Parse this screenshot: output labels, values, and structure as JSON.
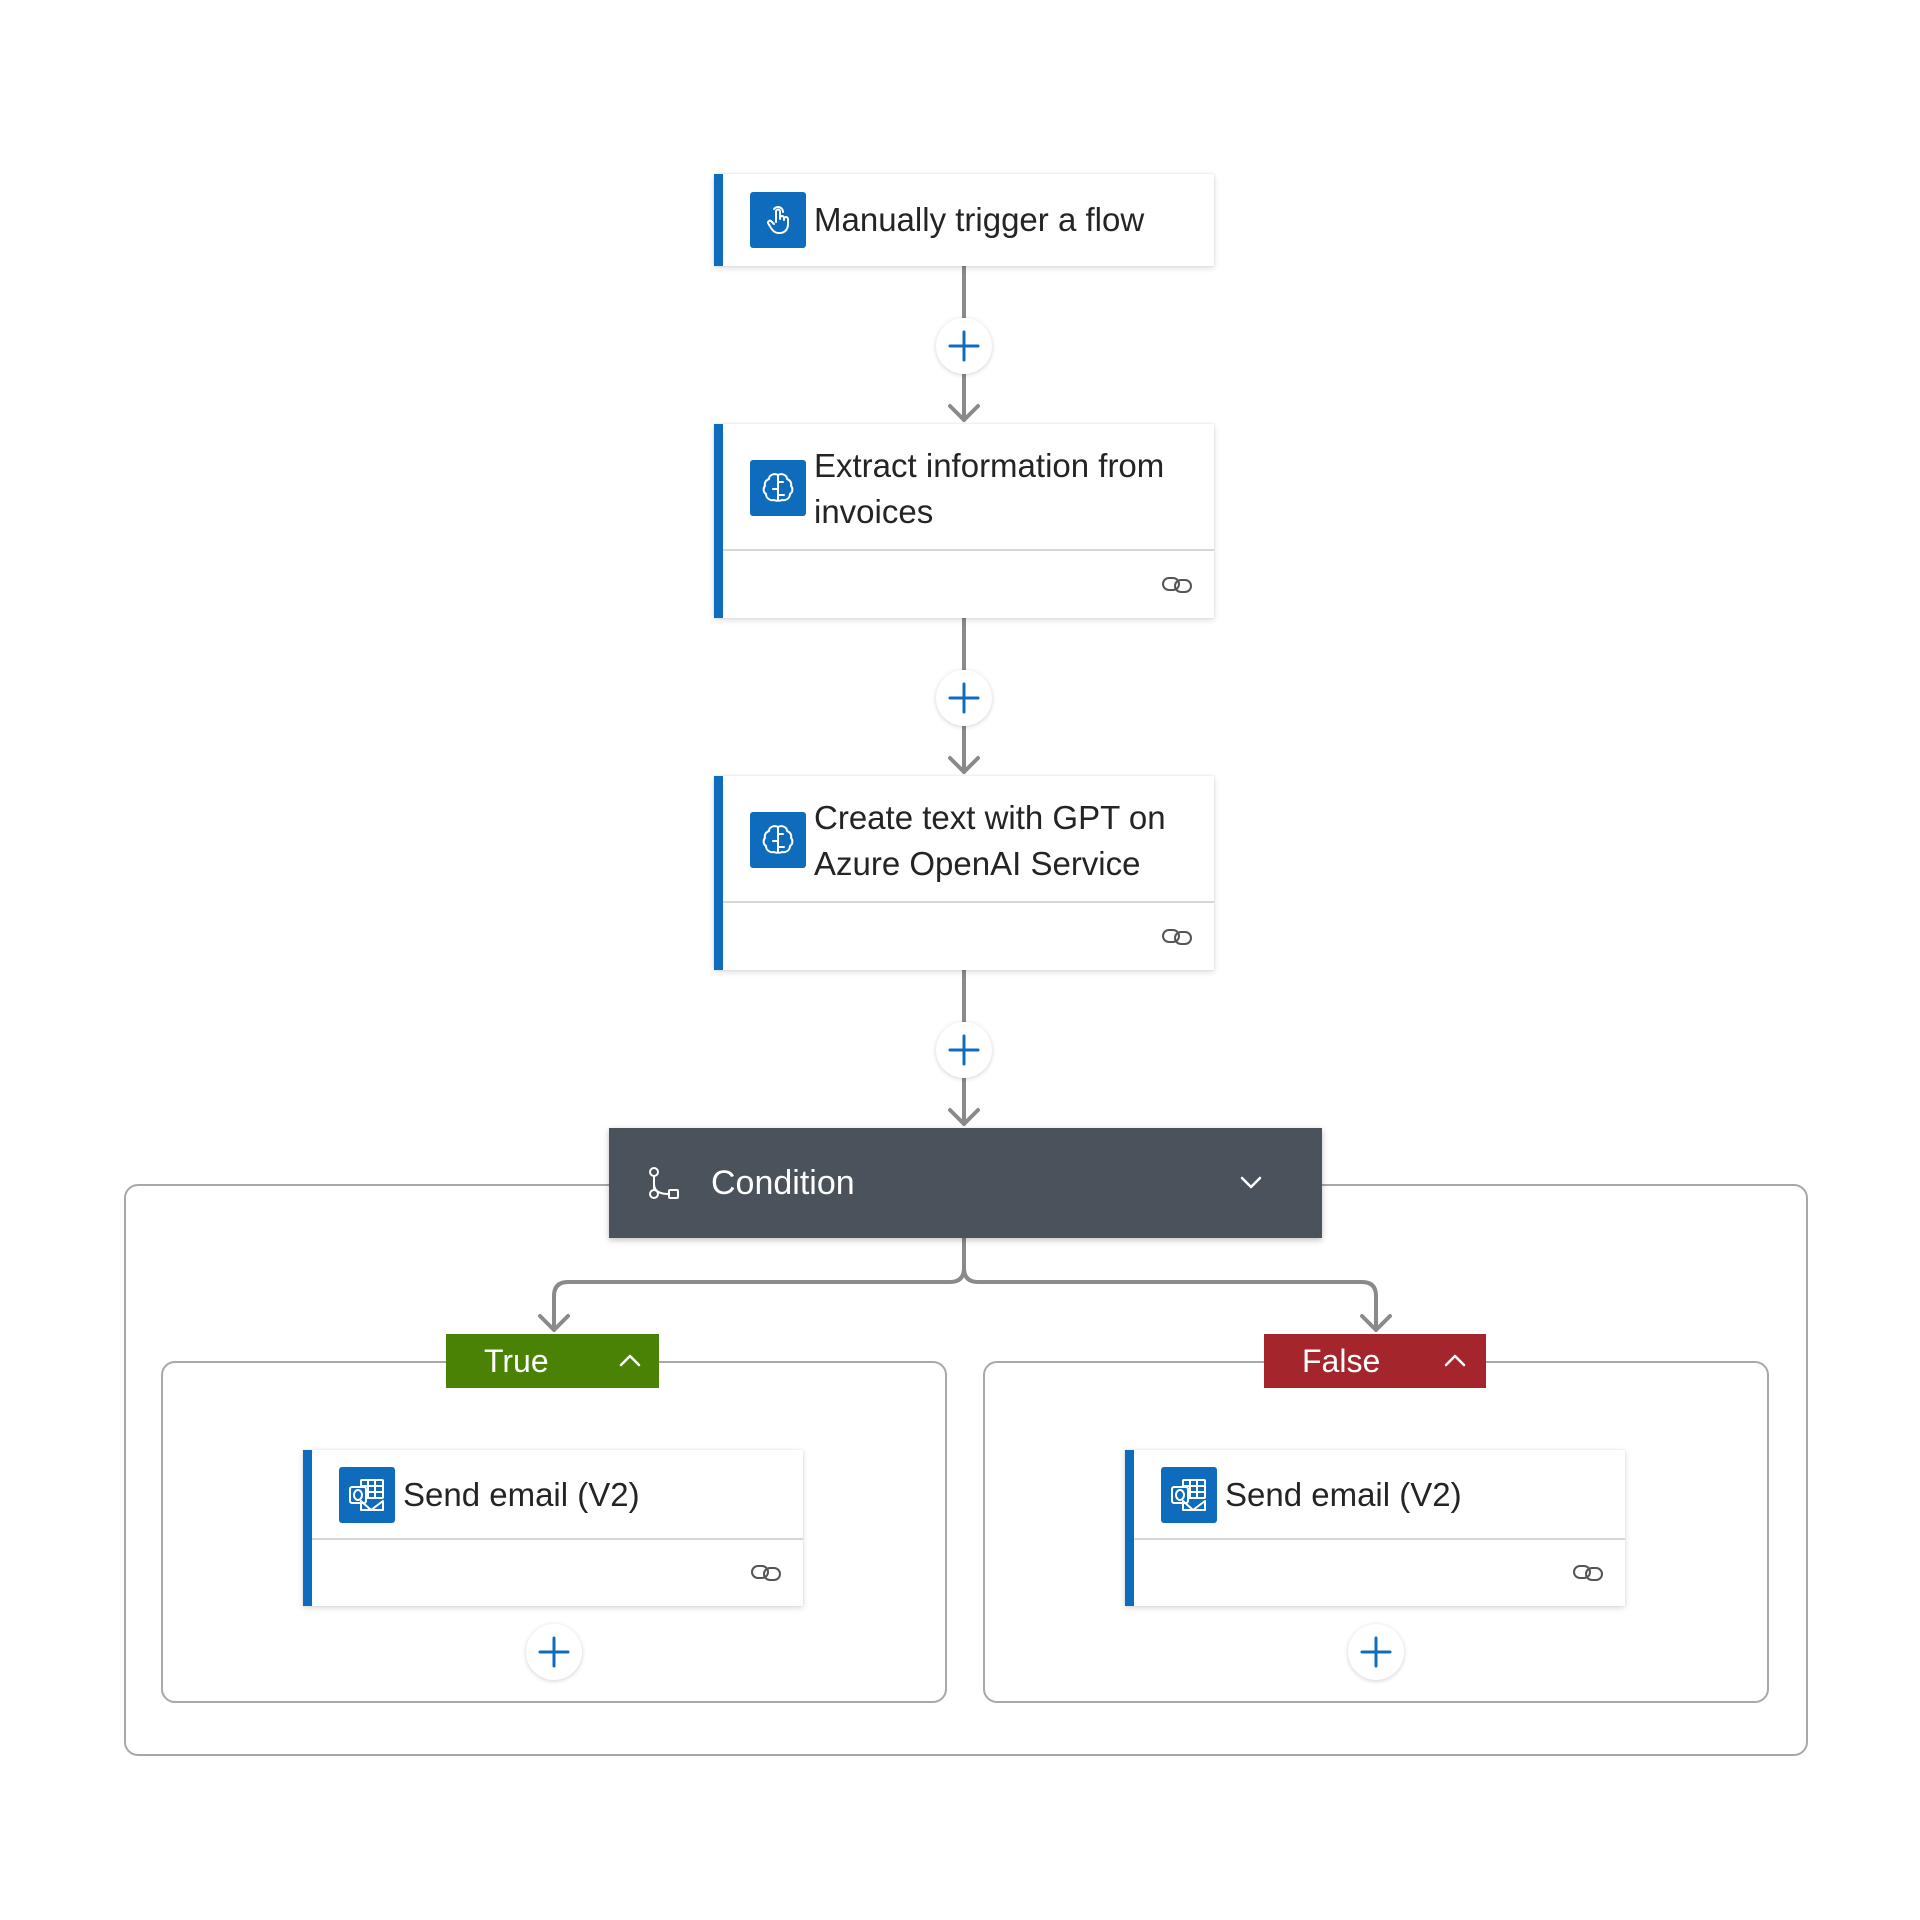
{
  "flow": {
    "trigger": {
      "title": "Manually trigger a flow",
      "icon": "touch-hand-icon"
    },
    "steps": [
      {
        "title_line1": "Extract information from",
        "title_line2": "invoices",
        "icon": "ai-brain-icon",
        "footer_icon": "link-icon"
      },
      {
        "title_line1": "Create text with GPT on",
        "title_line2": "Azure OpenAI Service",
        "icon": "ai-brain-icon",
        "footer_icon": "link-icon"
      }
    ],
    "condition": {
      "title": "Condition",
      "icon": "branch-icon",
      "toggle_icon": "chevron-down-icon"
    },
    "branches": {
      "true": {
        "label": "True",
        "color": "#498205",
        "action": {
          "title": "Send email (V2)",
          "icon": "outlook-icon"
        }
      },
      "false": {
        "label": "False",
        "color": "#a4262c",
        "action": {
          "title": "Send email (V2)",
          "icon": "outlook-icon"
        }
      }
    }
  },
  "colors": {
    "accent": "#0f6cbd",
    "connector": "#8a8a8a",
    "condition_bg": "#4a525c",
    "true_green": "#498205",
    "false_red": "#a4262c"
  }
}
